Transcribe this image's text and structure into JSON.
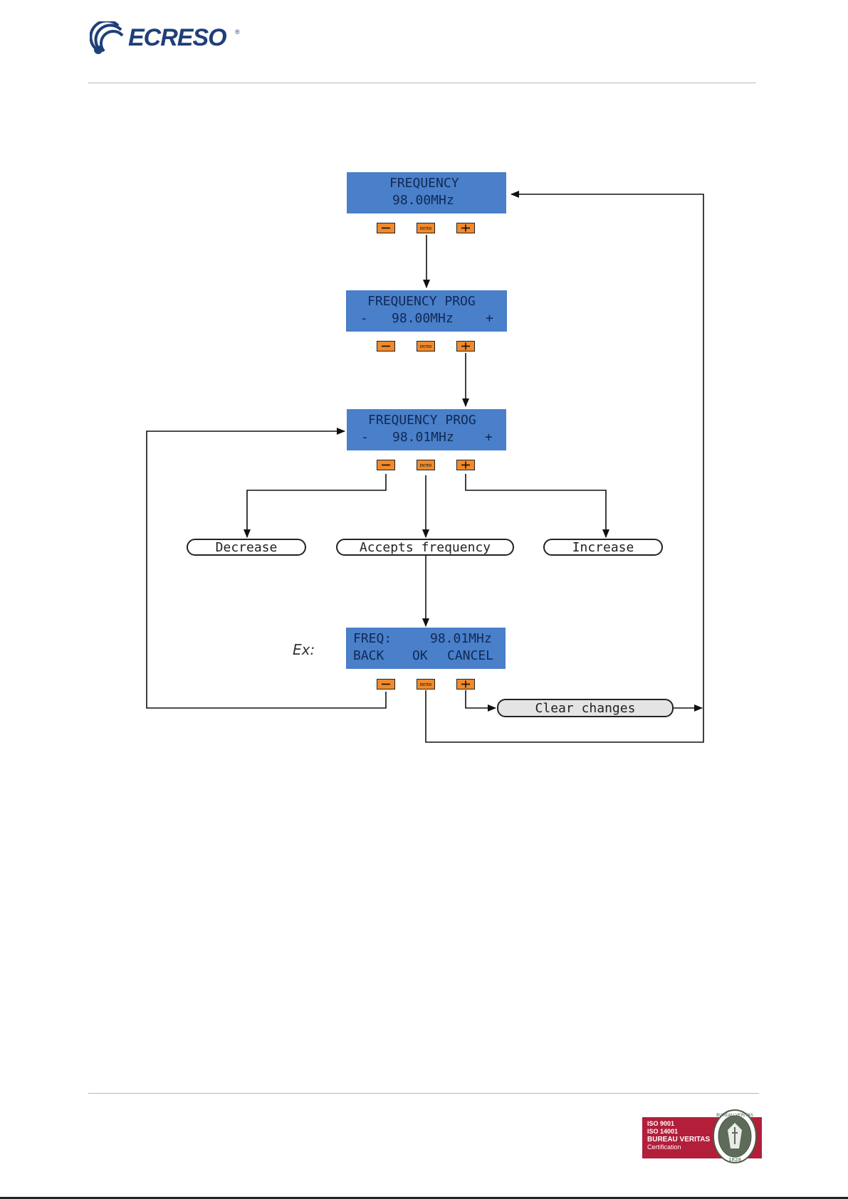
{
  "header": {
    "brand": "ECRESO",
    "registered": "®"
  },
  "diagram": {
    "screen1": {
      "line1": "FREQUENCY",
      "line2": "98.00MHz"
    },
    "screen2": {
      "line1": "FREQUENCY PROG",
      "line2_minus": "-",
      "line2_value": "98.00MHz",
      "line2_plus": "+"
    },
    "screen3": {
      "line1": "FREQUENCY PROG",
      "line2_minus": "-",
      "line2_value": "98.01MHz",
      "line2_plus": "+"
    },
    "screen4": {
      "line1_label": "FREQ:",
      "line1_value": "98.01MHz",
      "line2_back": "BACK",
      "line2_ok": "OK",
      "line2_cancel": "CANCEL"
    },
    "buttons": {
      "minus": "−",
      "enter": "ENTER",
      "plus": "+"
    },
    "actions": {
      "decrease": "Decrease",
      "accept": "Accepts frequency",
      "increase": "Increase",
      "clear": "Clear changes"
    },
    "example_label": "Ex:"
  },
  "footer": {
    "cert_lines": [
      "ISO 9001",
      "ISO 14001",
      "BUREAU VERITAS",
      "Certification"
    ],
    "seal_text": "BUREAU VERITAS",
    "seal_year": "1828"
  },
  "colors": {
    "lcd": "#4a7fc9",
    "lcd_text": "#0f2a55",
    "button": "#f08a2c",
    "brand": "#1f3f7a",
    "cert": "#b31e3a"
  }
}
